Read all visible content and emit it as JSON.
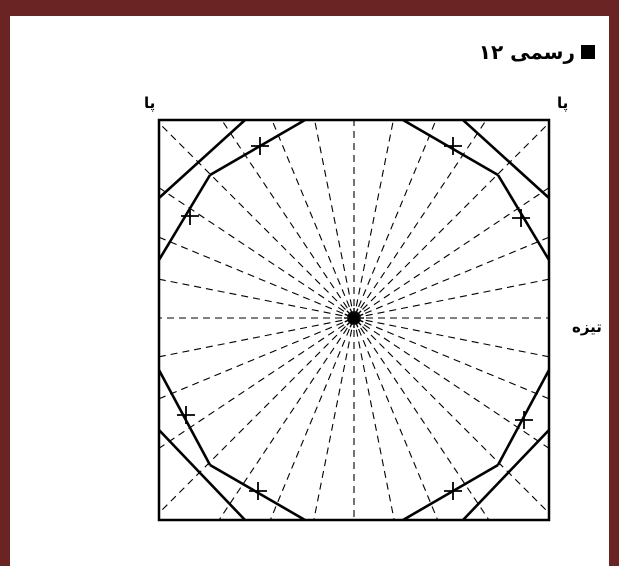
{
  "figure": {
    "title": "رسمی ۱۲",
    "label_top_left": "پا",
    "label_top_right": "پا",
    "label_right": "تیزه"
  },
  "colors": {
    "border": "#6b2424",
    "line": "#000000"
  },
  "icons": {
    "title_marker": "filled-square"
  }
}
